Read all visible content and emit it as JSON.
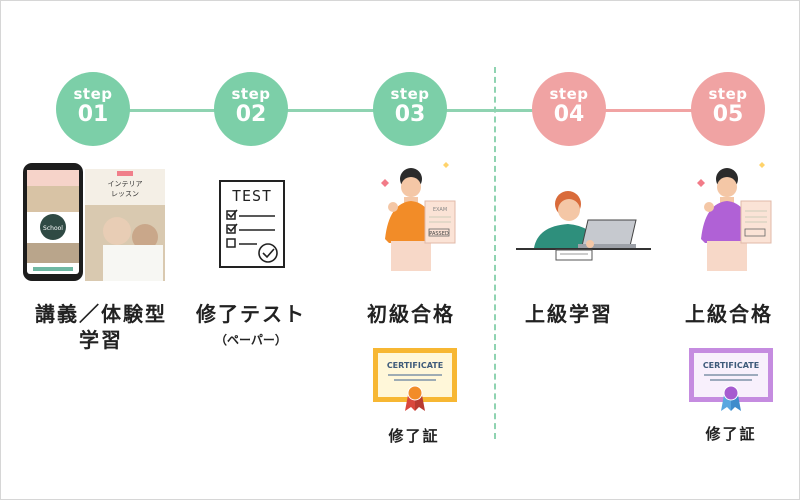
{
  "steps": [
    {
      "word": "step",
      "num": "01",
      "label_line1": "講義／体験型",
      "label_line2": "学習",
      "color": "#7ccfa8"
    },
    {
      "word": "step",
      "num": "02",
      "label_line1": "修了テスト",
      "sub": "（ペーパー）",
      "color": "#7ccfa8"
    },
    {
      "word": "step",
      "num": "03",
      "label_line1": "初級合格",
      "cert": "修了証",
      "color": "#7ccfa8"
    },
    {
      "word": "step",
      "num": "04",
      "label_line1": "上級学習",
      "color": "#f0a3a3"
    },
    {
      "word": "step",
      "num": "05",
      "label_line1": "上級合格",
      "cert": "修了証",
      "color": "#f0a3a3"
    }
  ],
  "illustrations": {
    "test_sheet_title": "TEST",
    "certificate_text": "CERTIFICATE",
    "phone_school": "School",
    "brochure_title_1": "インテリア",
    "brochure_title_2": "レッスン",
    "paper_exam": "EXAM",
    "paper_passed": "PASSED"
  }
}
